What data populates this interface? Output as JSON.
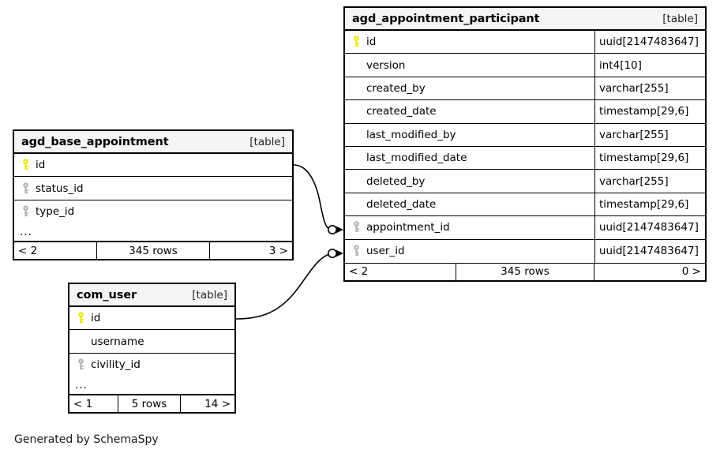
{
  "diagram": {
    "type": "entity-relationship-diagram",
    "generator_caption": "Generated by SchemaSpy",
    "table_tag": "[table]",
    "ellipsis": "...",
    "colors": {
      "primary_key_icon": "#e8e800",
      "foreign_key_icon": "#b0b0b0",
      "header_background": "#f5f5f5",
      "border": "#000000",
      "page_background": "#ffffff"
    }
  },
  "tables": [
    {
      "id": "agd_appointment_participant",
      "name": "agd_appointment_participant",
      "tag": "[table]",
      "columns": [
        {
          "name": "id",
          "type": "uuid[2147483647]",
          "key": "primary"
        },
        {
          "name": "version",
          "type": "int4[10]",
          "key": "none"
        },
        {
          "name": "created_by",
          "type": "varchar[255]",
          "key": "none"
        },
        {
          "name": "created_date",
          "type": "timestamp[29,6]",
          "key": "none"
        },
        {
          "name": "last_modified_by",
          "type": "varchar[255]",
          "key": "none"
        },
        {
          "name": "last_modified_date",
          "type": "timestamp[29,6]",
          "key": "none"
        },
        {
          "name": "deleted_by",
          "type": "varchar[255]",
          "key": "none"
        },
        {
          "name": "deleted_date",
          "type": "timestamp[29,6]",
          "key": "none"
        },
        {
          "name": "appointment_id",
          "type": "uuid[2147483647]",
          "key": "foreign"
        },
        {
          "name": "user_id",
          "type": "uuid[2147483647]",
          "key": "foreign"
        }
      ],
      "footer": {
        "left": "< 2",
        "center": "345 rows",
        "right": "0 >"
      }
    },
    {
      "id": "agd_base_appointment",
      "name": "agd_base_appointment",
      "tag": "[table]",
      "columns": [
        {
          "name": "id",
          "type": "",
          "key": "primary"
        },
        {
          "name": "status_id",
          "type": "",
          "key": "foreign"
        },
        {
          "name": "type_id",
          "type": "",
          "key": "foreign"
        }
      ],
      "has_ellipsis_row": true,
      "footer": {
        "left": "< 2",
        "center": "345 rows",
        "right": "3 >"
      }
    },
    {
      "id": "com_user",
      "name": "com_user",
      "tag": "[table]",
      "columns": [
        {
          "name": "id",
          "type": "",
          "key": "primary"
        },
        {
          "name": "username",
          "type": "",
          "key": "none"
        },
        {
          "name": "civility_id",
          "type": "",
          "key": "foreign"
        }
      ],
      "has_ellipsis_row": true,
      "footer": {
        "left": "< 1",
        "center": "5 rows",
        "right": "14 >"
      }
    }
  ],
  "relationships": [
    {
      "from_table": "agd_base_appointment",
      "from_column": "id",
      "to_table": "agd_appointment_participant",
      "to_column": "appointment_id"
    },
    {
      "from_table": "com_user",
      "from_column": "id",
      "to_table": "agd_appointment_participant",
      "to_column": "user_id"
    }
  ]
}
